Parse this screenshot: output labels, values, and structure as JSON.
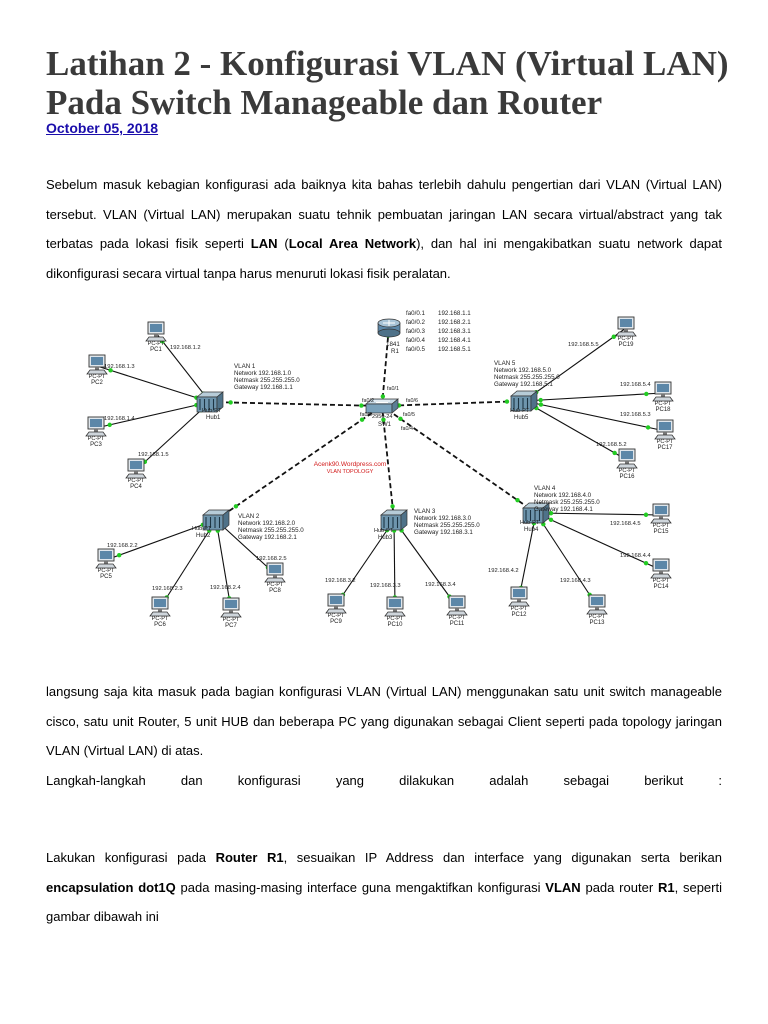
{
  "post": {
    "title": "Latihan 2 - Konfigurasi VLAN (Virtual LAN) Pada Switch Manageable dan Router",
    "date": "October 05, 2018"
  },
  "p1": {
    "t1": "Sebelum masuk kebagian konfigurasi ada baiknya kita bahas terlebih dahulu pengertian dari VLAN (Virtual LAN) tersebut. VLAN (Virtual LAN) merupakan suatu tehnik pembuatan jaringan LAN secara virtual/abstract yang tak terbatas pada lokasi fisik seperti ",
    "b1": "LAN",
    "t2": " (",
    "b2": "Local Area Network",
    "t3": "), dan hal ini mengakibatkan suatu network dapat dikonfigurasi secara virtual tanpa harus menuruti lokasi fisik peralatan."
  },
  "p2": {
    "line1": "langsung saja kita masuk pada bagian konfigurasi VLAN (Virtual LAN) menggunakan satu unit switch manageable cisco, satu unit Router, 5 unit HUB dan beberapa PC yang digunakan sebagai Client seperti pada topology jaringan VLAN (Virtual LAN) di atas.",
    "line2": "Langkah-langkah dan konfigurasi yang dilakukan adalah sebagai berikut :"
  },
  "p3": {
    "t1": "Lakukan konfigurasi pada ",
    "b1": "Router R1",
    "t2": ", sesuaikan IP Address dan interface yang digunakan serta berikan ",
    "b2": "encapsulation dot1Q",
    "t3": " pada masing-masing interface guna mengaktifkan konfigurasi ",
    "b3": "VLAN",
    "t4": " pada router ",
    "b4": "R1",
    "t5": ", seperti gambar dibawah ini"
  },
  "diagram": {
    "router": {
      "model": "1841",
      "name": "R1",
      "interfaces": [
        {
          "port": "fa0/0.1",
          "ip": "192.168.1.1"
        },
        {
          "port": "fa0/0.2",
          "ip": "192.168.2.1"
        },
        {
          "port": "fa0/0.3",
          "ip": "192.168.3.1"
        },
        {
          "port": "fa0/0.4",
          "ip": "192.168.4.1"
        },
        {
          "port": "fa0/0.5",
          "ip": "192.168.5.1"
        }
      ]
    },
    "switch": {
      "model": "2950-24",
      "name": "SW1",
      "ports": [
        "fa0/1",
        "fa0/2",
        "fa0/3",
        "fa0/4",
        "fa0/5",
        "fa0/6"
      ]
    },
    "watermark": [
      "Acenk90.Wordpress.com",
      "VLAN TOPOLOGY"
    ],
    "device_type": "PC-PT",
    "hub_type": "Hub-PT",
    "vlans": [
      {
        "label": "VLAN 1",
        "network": "Network 192.168.1.0",
        "netmask": "Netmask 255.255.255.0",
        "gateway": "Gateway 192.168.1.1",
        "hub": "Hub1",
        "pcs": [
          {
            "name": "PC1",
            "ip": "192.168.1.2"
          },
          {
            "name": "PC2",
            "ip": "192.168.1.3"
          },
          {
            "name": "PC3",
            "ip": "192.168.1.4"
          },
          {
            "name": "PC4",
            "ip": "192.168.1.5"
          }
        ]
      },
      {
        "label": "VLAN 2",
        "network": "Network 192.168.2.0",
        "netmask": "Netmask 255.255.255.0",
        "gateway": "Gateway 192.168.2.1",
        "hub": "Hub2",
        "pcs": [
          {
            "name": "PC5",
            "ip": "192.168.2.2"
          },
          {
            "name": "PC6",
            "ip": "192.168.2.3"
          },
          {
            "name": "PC7",
            "ip": "192.168.2.4"
          },
          {
            "name": "PC8",
            "ip": "192.168.2.5"
          }
        ]
      },
      {
        "label": "VLAN 3",
        "network": "Network 192.168.3.0",
        "netmask": "Netmask 255.255.255.0",
        "gateway": "Gateway 192.168.3.1",
        "hub": "Hub3",
        "pcs": [
          {
            "name": "PC9",
            "ip": "192.168.3.2"
          },
          {
            "name": "PC10",
            "ip": "192.168.3.3"
          },
          {
            "name": "PC11",
            "ip": "192.168.3.4"
          }
        ]
      },
      {
        "label": "VLAN 4",
        "network": "Network 192.168.4.0",
        "netmask": "Netmask 255.255.255.0",
        "gateway": "Gateway 192.168.4.1",
        "hub": "Hub4",
        "pcs": [
          {
            "name": "PC12",
            "ip": "192.168.4.2"
          },
          {
            "name": "PC13",
            "ip": "192.168.4.3"
          },
          {
            "name": "PC14",
            "ip": "192.168.4.4"
          },
          {
            "name": "PC15",
            "ip": "192.168.4.5"
          }
        ]
      },
      {
        "label": "VLAN 5",
        "network": "Network 192.168.5.0",
        "netmask": "Netmask 255.255.255.0",
        "gateway": "Gateway 192.168.5.1",
        "hub": "Hub5",
        "pcs": [
          {
            "name": "PC16",
            "ip": "192.168.5.2"
          },
          {
            "name": "PC17",
            "ip": "192.168.5.3"
          },
          {
            "name": "PC18",
            "ip": "192.168.5.4"
          },
          {
            "name": "PC19",
            "ip": "192.168.5.5"
          }
        ]
      }
    ]
  }
}
